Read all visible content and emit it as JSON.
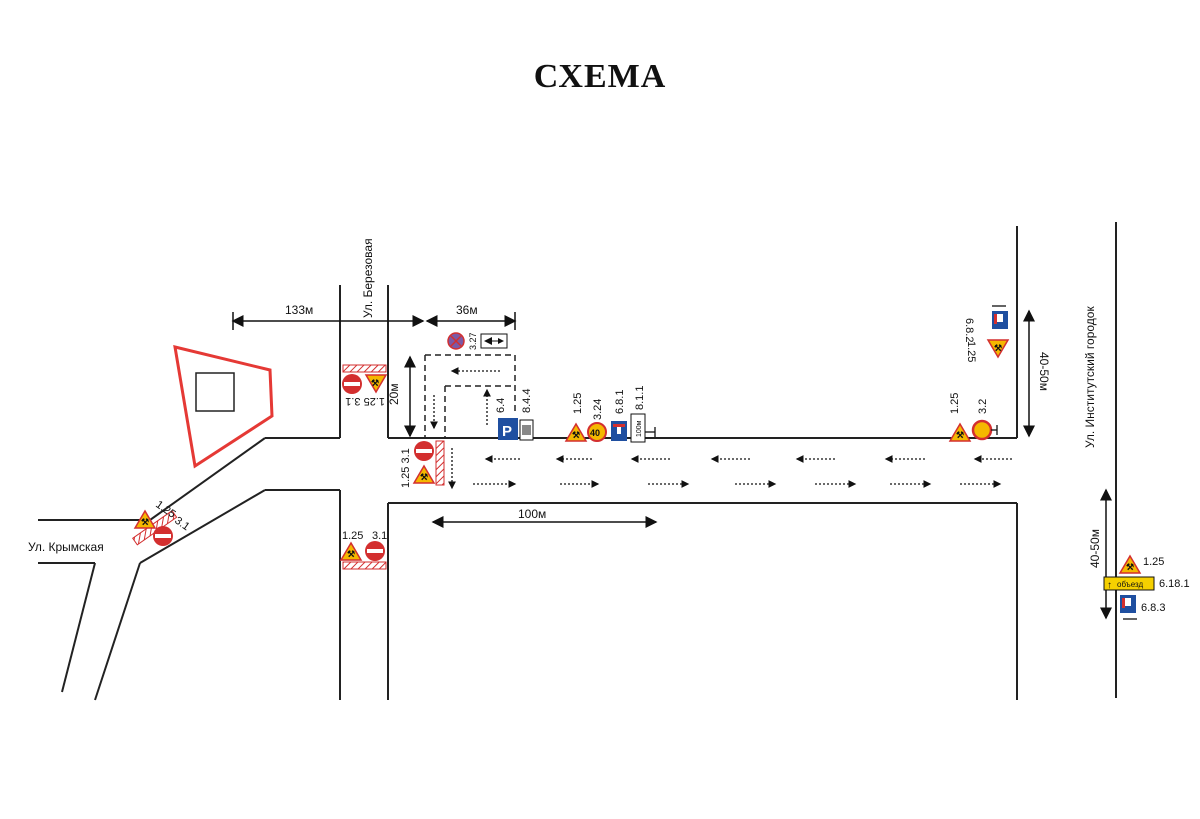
{
  "title": "СХЕМА",
  "streets": {
    "berezovaya": "Ул. Березовая",
    "krymskaya": "Ул. Крымская",
    "institutsky": "Ул. Институтский городок"
  },
  "dimensions": {
    "d133": "133м",
    "d36": "36м",
    "d20": "20м",
    "d100": "100м",
    "d4050_top": "40-50м",
    "d4050_right": "40-50м"
  },
  "sign_labels": {
    "s327": "3.27",
    "s64": "6.4",
    "s844": "8.4.4",
    "s125_mid": "1.25",
    "s324": "3.24",
    "s681": "6.8.1",
    "s811": "8.1.1",
    "s125_right": "1.25",
    "s32": "3.2",
    "s682": "6.8.2",
    "s125_top_right": "1.25",
    "s125_31_berez_top": "1.25  3.1",
    "s125_31_entry": "1.25 3.1",
    "s125_krym": "1.25",
    "s31_krym": "3.1",
    "s125_berez_bottom": "1.25",
    "s31_berez_bottom": "3.1",
    "s125_detour": "1.25",
    "s6181": "6.18.1",
    "s683": "6.8.3"
  },
  "sign_text": {
    "speed_limit": "40",
    "detour": "объезд",
    "plate_100m": "100м",
    "parking": "P"
  },
  "colors": {
    "building_outline": "#e53935",
    "sign_red": "#d32f2f",
    "sign_blue": "#1f4fa0",
    "sign_yellow": "#f5b800",
    "sign_purple": "#7b5aa6",
    "road_line": "#222222"
  }
}
